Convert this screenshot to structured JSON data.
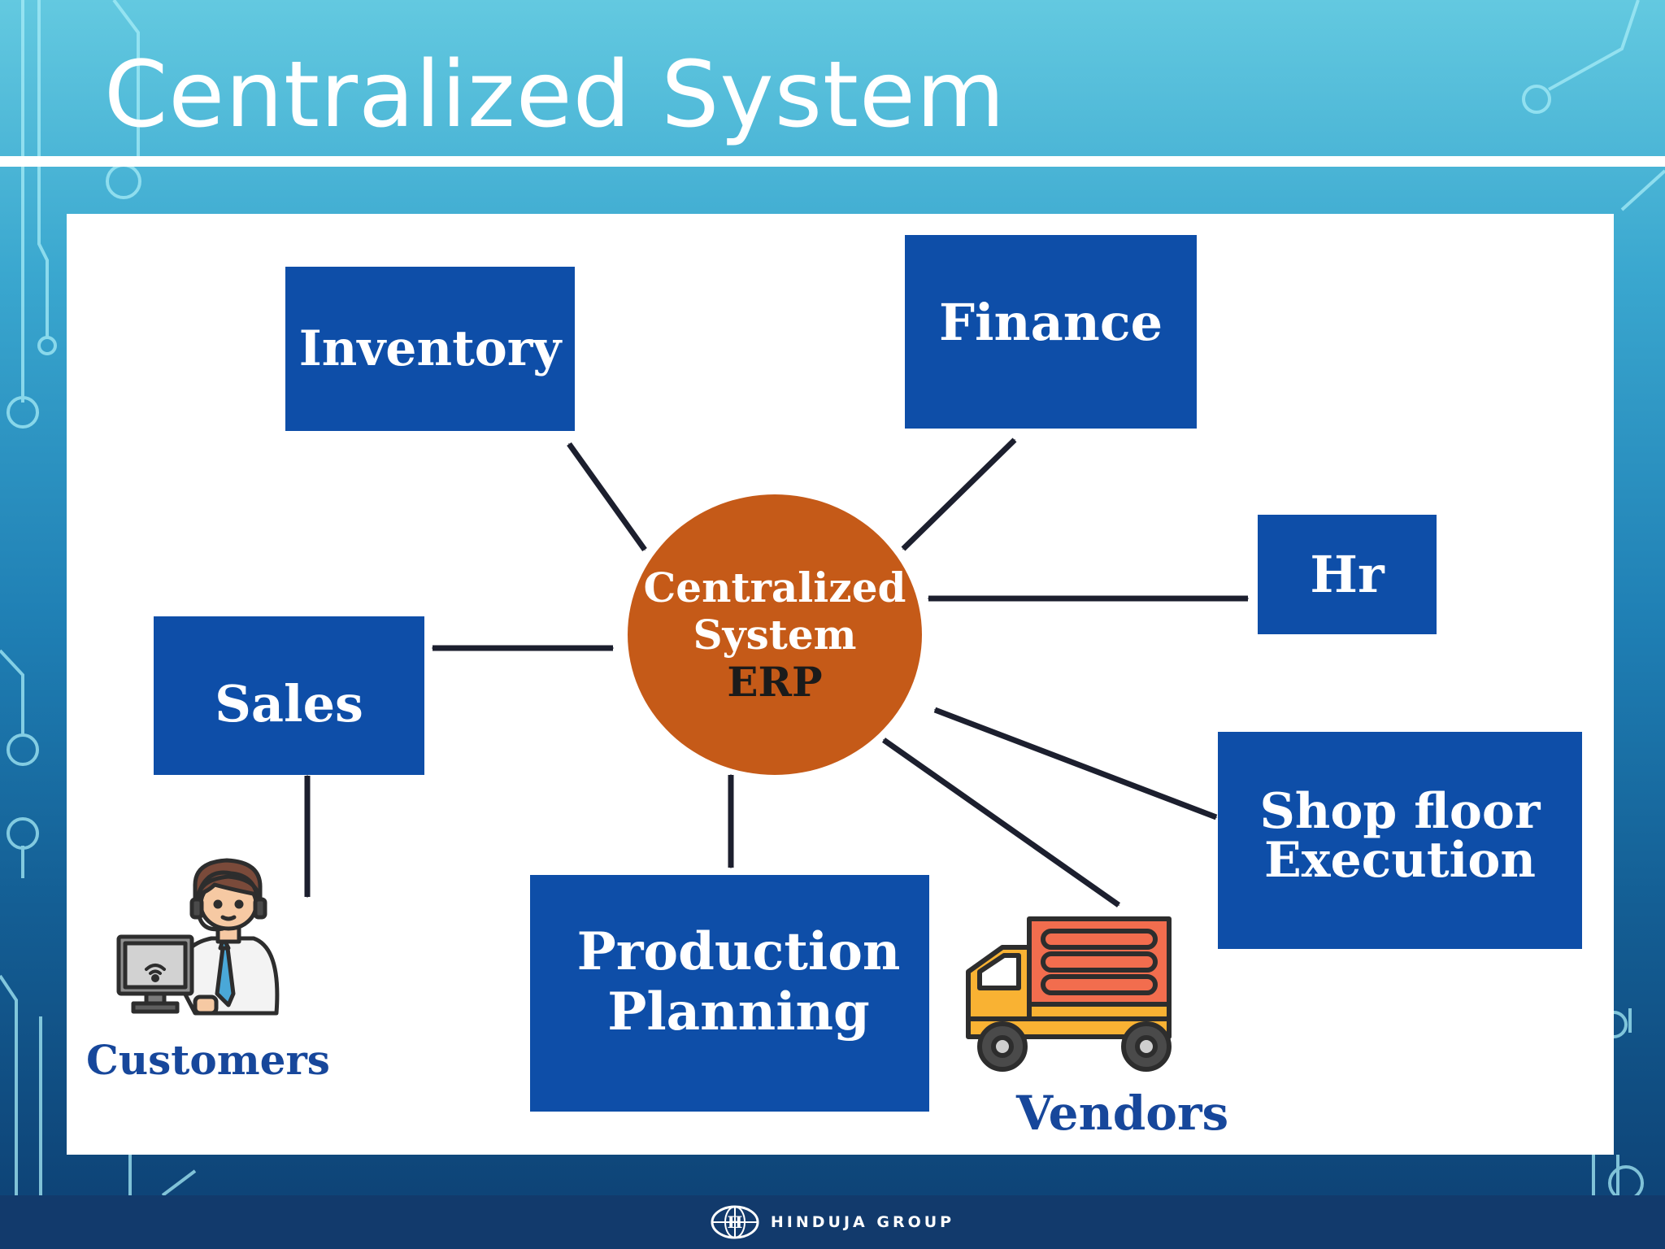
{
  "slide": {
    "title": "Centralized System"
  },
  "diagram": {
    "hub": {
      "line1": "Centralized",
      "line2": "System",
      "line3": "ERP",
      "color": "#c55a18"
    },
    "modules": [
      {
        "id": "inventory",
        "lines": [
          "Inventory"
        ]
      },
      {
        "id": "finance",
        "lines": [
          "Finance"
        ]
      },
      {
        "id": "hr",
        "lines": [
          "Hr"
        ]
      },
      {
        "id": "sales",
        "lines": [
          "Sales"
        ]
      },
      {
        "id": "production-planning",
        "lines": [
          "Production",
          "Planning"
        ]
      },
      {
        "id": "shop-floor-execution",
        "lines": [
          "Shop floor",
          "Execution"
        ]
      }
    ],
    "external": {
      "customers": {
        "label": "Customers",
        "icon": "customer-support-agent-icon"
      },
      "vendors": {
        "label": "Vendors",
        "icon": "delivery-truck-icon"
      }
    },
    "connections": [
      [
        "inventory",
        "hub"
      ],
      [
        "finance",
        "hub"
      ],
      [
        "hr",
        "hub"
      ],
      [
        "sales",
        "hub"
      ],
      [
        "production-planning",
        "hub"
      ],
      [
        "shop-floor-execution",
        "hub"
      ],
      [
        "vendors",
        "hub"
      ],
      [
        "sales",
        "customers"
      ]
    ],
    "colors": {
      "module_fill": "#0e4ea8",
      "label_text": "#17479b",
      "arrow": "#1c1f2e"
    }
  },
  "footer": {
    "brand": "HINDUJA GROUP",
    "logo_icon": "hinduja-globe-logo-icon",
    "logo_mark": "H"
  }
}
